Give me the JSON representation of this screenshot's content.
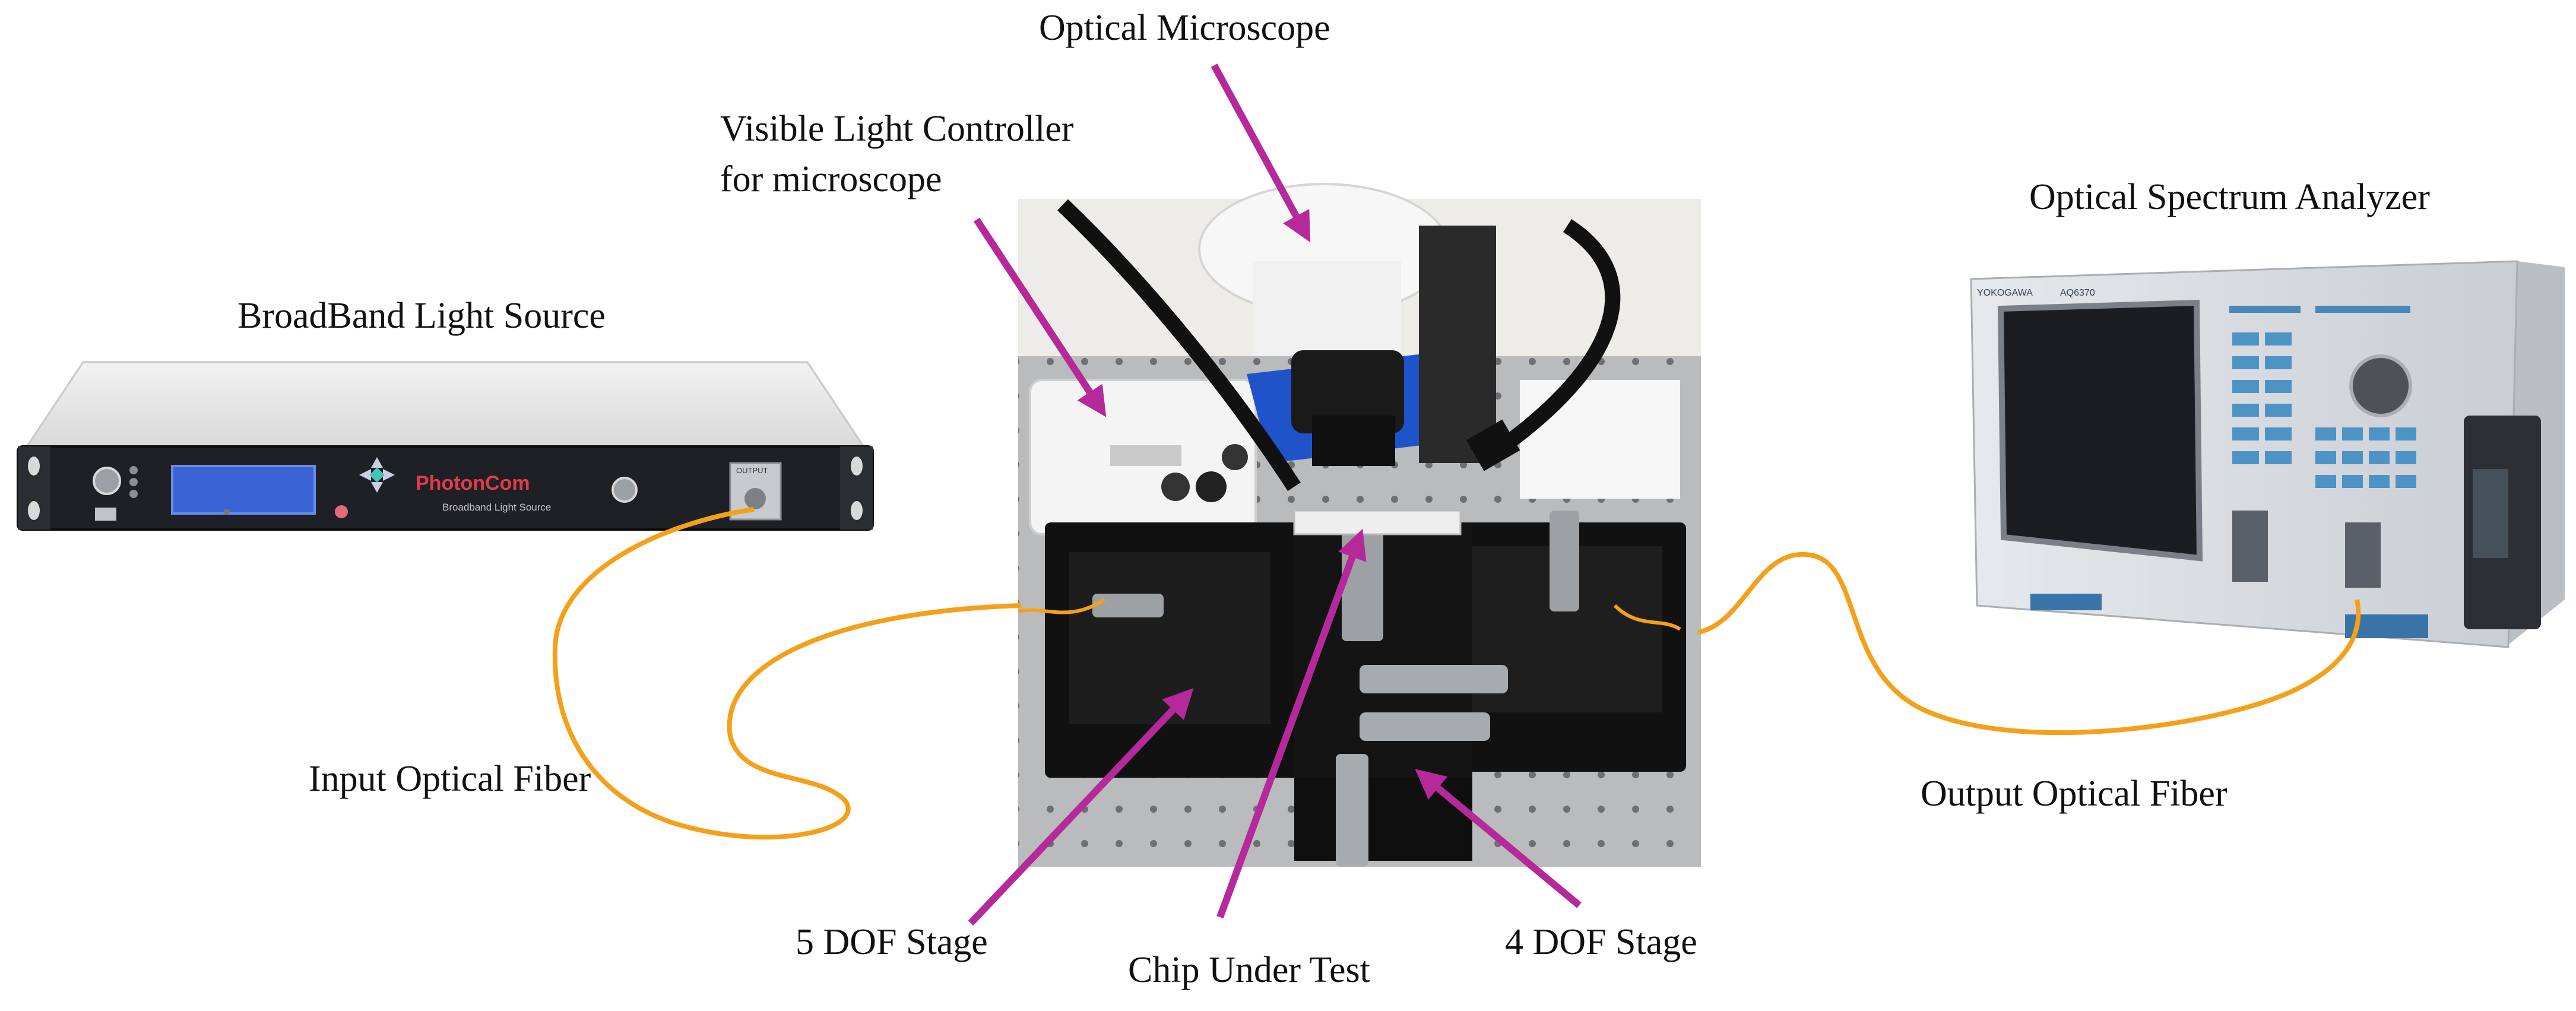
{
  "labels": {
    "optical_microscope": "Optical Microscope",
    "visible_light_controller_line1": "Visible Light Controller",
    "visible_light_controller_line2": "for microscope",
    "broadband_light_source": "BroadBand Light Source",
    "optical_spectrum_analyzer": "Optical Spectrum Analyzer",
    "input_optical_fiber": "Input Optical Fiber",
    "output_optical_fiber": "Output Optical Fiber",
    "five_dof_stage": "5 DOF Stage",
    "chip_under_test": "Chip Under Test",
    "four_dof_stage": "4 DOF Stage"
  },
  "device_text": {
    "light_source_brand": "PhotonCom",
    "light_source_model": "Broadband Light Source",
    "light_source_port": "OUTPUT",
    "osa_brand": "YOKOGAWA",
    "osa_model": "AQ6370"
  },
  "colors": {
    "arrow": "#b5299a",
    "fiber": "#f5a01a",
    "text": "#111111"
  }
}
